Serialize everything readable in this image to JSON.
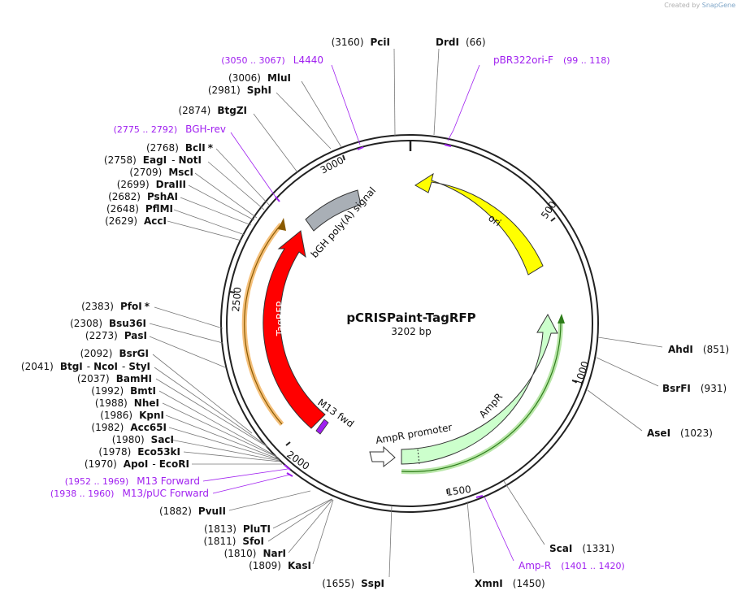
{
  "credit": {
    "prefix": "Created by",
    "brand": "SnapGene"
  },
  "plasmid": {
    "name": "pCRISPaint-TagRFP",
    "length_text": "3202 bp"
  },
  "ticks": [
    {
      "label": "500"
    },
    {
      "label": "1000"
    },
    {
      "label": "1500"
    },
    {
      "label": "2000"
    },
    {
      "label": "2500"
    },
    {
      "label": "3000"
    }
  ],
  "features": {
    "ori": {
      "label": "ori",
      "color": "#ffff00"
    },
    "bgh": {
      "label": "bGH poly(A) signal",
      "color": "#a9afb6"
    },
    "tagrfp": {
      "label": "TagRFP",
      "color": "#ff0000"
    },
    "m13fwd": {
      "label": "M13 fwd",
      "color": "#a020f0"
    },
    "ampr": {
      "label": "AmpR",
      "color": "#ccffcc"
    },
    "ampr_promoter": {
      "label": "AmpR promoter",
      "color": "#ffffff"
    }
  },
  "right_sites": [
    {
      "num": "(66)",
      "name": "DrdI"
    },
    {
      "range": "(99 .. 118)",
      "name": "pBR322ori-F"
    },
    {
      "name": "AhdI",
      "num": "(851)"
    },
    {
      "name": "BsrFI",
      "num": "(931)"
    },
    {
      "name": "AseI",
      "num": "(1023)"
    },
    {
      "name": "ScaI",
      "num": "(1331)"
    },
    {
      "name": "Amp-R",
      "range": "(1401 .. 1420)"
    },
    {
      "name": "XmnI",
      "num": "(1450)"
    }
  ],
  "left_sites": [
    {
      "num": "(3160)",
      "name": "PciI"
    },
    {
      "range": "(3050 .. 3067)",
      "name": "L4440"
    },
    {
      "num": "(3006)",
      "name": "MluI"
    },
    {
      "num": "(2981)",
      "name": "SphI"
    },
    {
      "num": "(2874)",
      "name": "BtgZI"
    },
    {
      "range": "(2775 .. 2792)",
      "name": "BGH-rev"
    },
    {
      "num": "(2768)",
      "name": "BclI",
      "mark": "*"
    },
    {
      "num": "(2758)",
      "name": "EagI",
      "name2": "NotI"
    },
    {
      "num": "(2709)",
      "name": "MscI"
    },
    {
      "num": "(2699)",
      "name": "DraIII"
    },
    {
      "num": "(2682)",
      "name": "PshAI"
    },
    {
      "num": "(2648)",
      "name": "PflMI"
    },
    {
      "num": "(2629)",
      "name": "AccI"
    },
    {
      "num": "(2383)",
      "name": "PfoI",
      "mark": "*"
    },
    {
      "num": "(2308)",
      "name": "Bsu36I"
    },
    {
      "num": "(2273)",
      "name": "PasI"
    },
    {
      "num": "(2092)",
      "name": "BsrGI"
    },
    {
      "num": "(2041)",
      "name": "BtgI",
      "name2": "NcoI",
      "name3": "StyI"
    },
    {
      "num": "(2037)",
      "name": "BamHI"
    },
    {
      "num": "(1992)",
      "name": "BmtI"
    },
    {
      "num": "(1988)",
      "name": "NheI"
    },
    {
      "num": "(1986)",
      "name": "KpnI"
    },
    {
      "num": "(1982)",
      "name": "Acc65I"
    },
    {
      "num": "(1980)",
      "name": "SacI"
    },
    {
      "num": "(1978)",
      "name": "Eco53kI"
    },
    {
      "num": "(1970)",
      "name": "ApoI",
      "name2": "EcoRI"
    },
    {
      "range": "(1952 .. 1969)",
      "name": "M13 Forward"
    },
    {
      "range": "(1938 .. 1960)",
      "name": "M13/pUC Forward"
    },
    {
      "num": "(1882)",
      "name": "PvuII"
    },
    {
      "num": "(1813)",
      "name": "PluTI"
    },
    {
      "num": "(1811)",
      "name": "SfoI"
    },
    {
      "num": "(1810)",
      "name": "NarI"
    },
    {
      "num": "(1809)",
      "name": "KasI"
    },
    {
      "num": "(1655)",
      "name": "SspI"
    }
  ]
}
